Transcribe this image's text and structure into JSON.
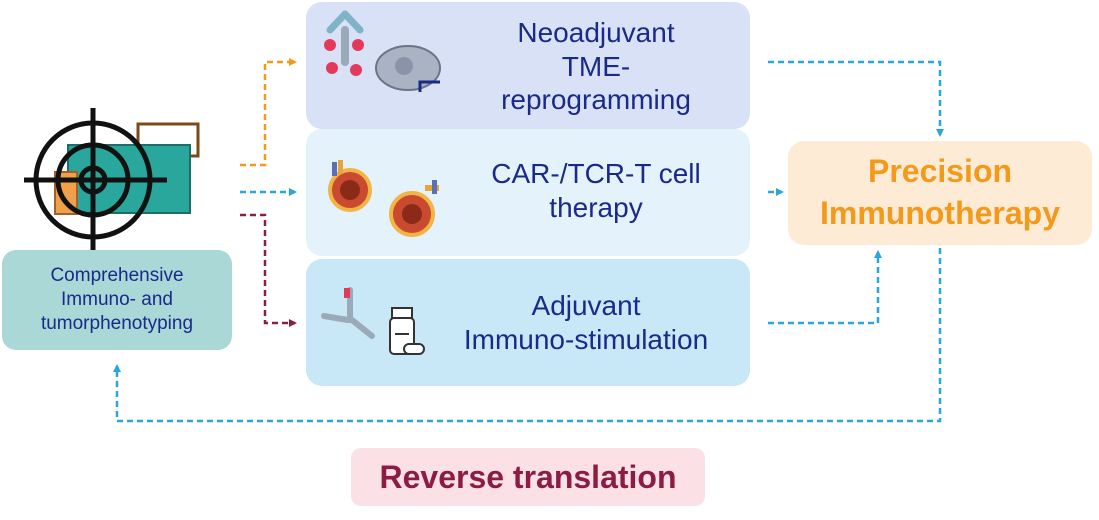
{
  "colors": {
    "arrow_blue": "#29a6e0",
    "arrow_orange": "#f39a1b",
    "arrow_maroon": "#8c1c44",
    "text_navy": "#1a2a88"
  },
  "boxes": {
    "neoadjuvant": "Neoadjuvant\nTME-\nreprogramming",
    "car_tcr": "CAR-/TCR-T cell\ntherapy",
    "adjuvant": "Adjuvant\nImmuno-stimulation",
    "comprehensive": "Comprehensive\nImmuno- and\ntumorphenotyping",
    "precision": "Precision\nImmunotherapy",
    "reverse": "Reverse translation"
  },
  "icons": [
    "target-crosshair-icon",
    "antibody-icon",
    "macrophage-icon",
    "car-t-cell-icon",
    "pill-bottle-icon"
  ]
}
